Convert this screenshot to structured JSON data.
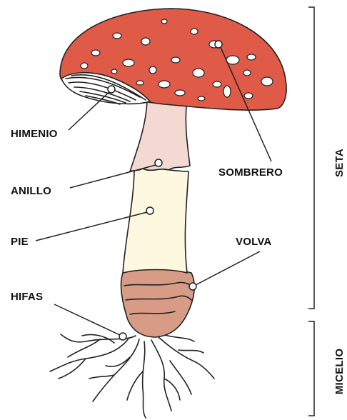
{
  "labels": {
    "himenio": "HIMENIO",
    "anillo": "ANILLO",
    "pie": "PIE",
    "hifas": "HIFAS",
    "sombrero": "SOMBRERO",
    "volva": "VOLVA"
  },
  "brackets": {
    "seta": "SETA",
    "micelio": "MICELIO"
  },
  "colors": {
    "cap": "#e05a48",
    "spots": "#ffffff",
    "gills": "#ffffff",
    "stem_upper": "#f4d9d2",
    "stem_lower": "#fdf8df",
    "volva": "#d89c86",
    "outline": "#222222"
  }
}
